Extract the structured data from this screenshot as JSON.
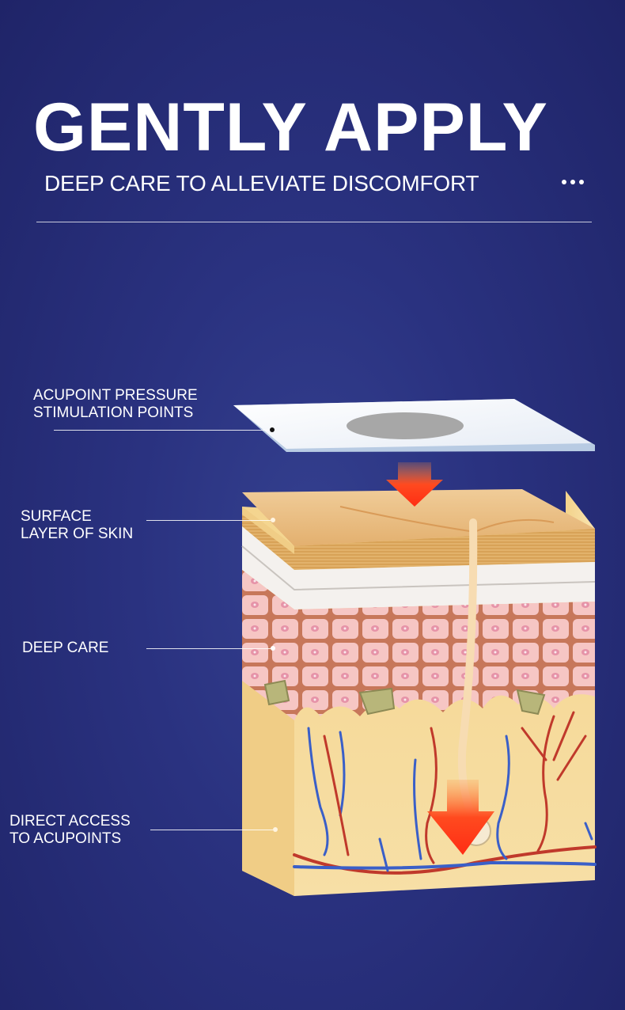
{
  "header": {
    "title": "GENTLY APPLY",
    "subtitle": "DEEP CARE TO ALLEVIATE DISCOMFORT"
  },
  "labels": {
    "patch": [
      "ACUPOINT PRESSURE",
      "STIMULATION POINTS"
    ],
    "surface": [
      "SURFACE",
      "LAYER OF SKIN"
    ],
    "deep": "DEEP CARE",
    "direct": [
      "DIRECT ACCESS",
      "TO ACUPOINTS"
    ]
  },
  "colors": {
    "background": "#2a3280",
    "arrow": "#ff3b1f",
    "vein": "#3a5fc8",
    "artery": "#c0392b"
  },
  "icons": [
    "more-dots-icon",
    "down-arrow-icon"
  ]
}
